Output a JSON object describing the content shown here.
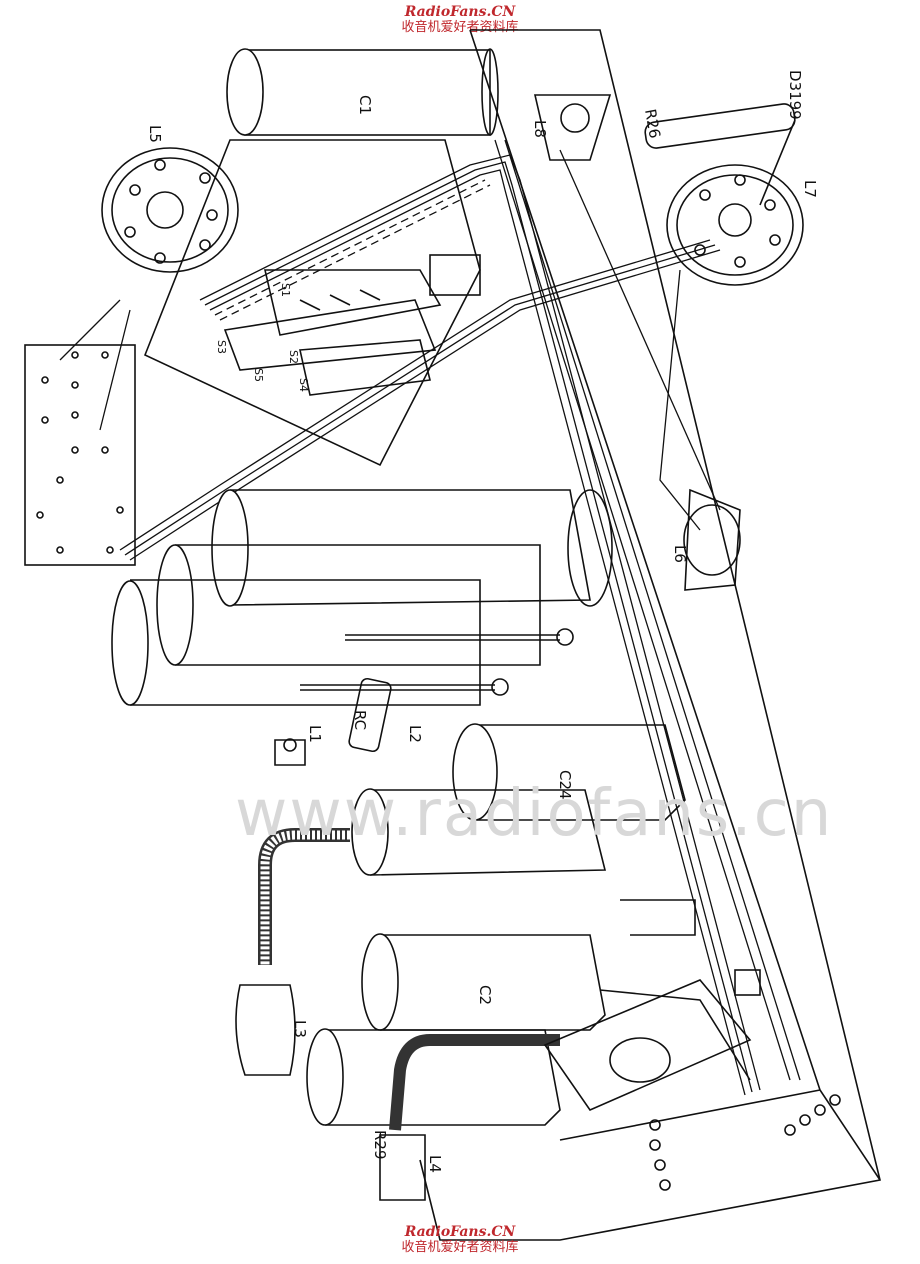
{
  "header": {
    "brand_en": "RadioFans.CN",
    "brand_cn": "收音机爱好者资料库"
  },
  "footer": {
    "brand_en": "RadioFans.CN",
    "brand_cn": "收音机爱好者资料库"
  },
  "watermark": "www.radiofans.cn",
  "drawing_code": "D3199",
  "labels": {
    "c1": "C1",
    "c24": "C24",
    "c2": "C2",
    "l5": "L5",
    "l7": "L7",
    "l8": "L8",
    "l6": "L6",
    "l1": "L1",
    "l2": "L2",
    "l3": "L3",
    "l4": "L4",
    "r26": "R26",
    "rc": "RC",
    "r29": "R29",
    "s1": "S1",
    "s2": "S2",
    "s3": "S3",
    "s4": "S4",
    "s5": "S5"
  },
  "colors": {
    "ink": "#111111",
    "brand": "#c0282d",
    "watermark": "#d8d8d8"
  }
}
